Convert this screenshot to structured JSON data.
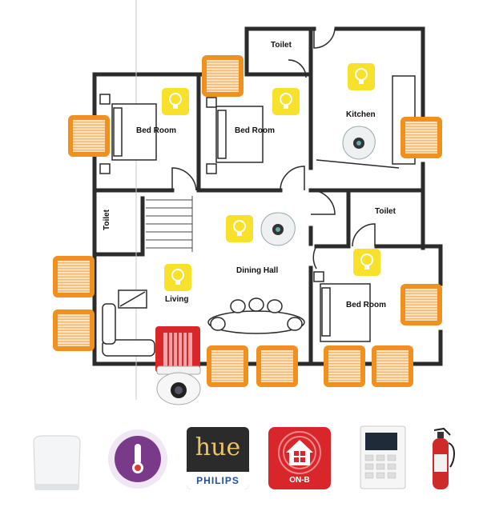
{
  "floorplan": {
    "rooms": {
      "toilet_top": "Toilet",
      "kitchen": "Kitchen",
      "bed_room_1": "Bed Room",
      "bed_room_2": "Bed Room",
      "toilet_left": "Toilet",
      "toilet_right": "Toilet",
      "dining_hall": "Dining Hall",
      "living": "Living",
      "bed_room_3": "Bed Room"
    },
    "device_icons": {
      "blind": "window-blind-icon",
      "light": "light-bulb-icon",
      "ceiling_camera": "fisheye-camera-icon",
      "dome_camera": "dome-camera-icon",
      "siren": "alarm-siren-icon"
    }
  },
  "products": [
    {
      "name": "thermostat-icon"
    },
    {
      "name": "temperature-sensor-icon"
    },
    {
      "name": "philips-hue-logo",
      "logo_top": "hue",
      "logo_bottom": "PHILIPS"
    },
    {
      "name": "onb-alarm-logo",
      "logo": "ON-B"
    },
    {
      "name": "alarm-keypad-icon"
    },
    {
      "name": "fire-extinguisher-icon"
    }
  ],
  "colors": {
    "wall": "#2b2b2b",
    "blind": "#f0901e",
    "light": "#f7e12a",
    "siren": "#d9262b",
    "thermo": "#7a3a8a",
    "hue_bg": "#2b2b2b",
    "onb_bg": "#d9262b"
  }
}
